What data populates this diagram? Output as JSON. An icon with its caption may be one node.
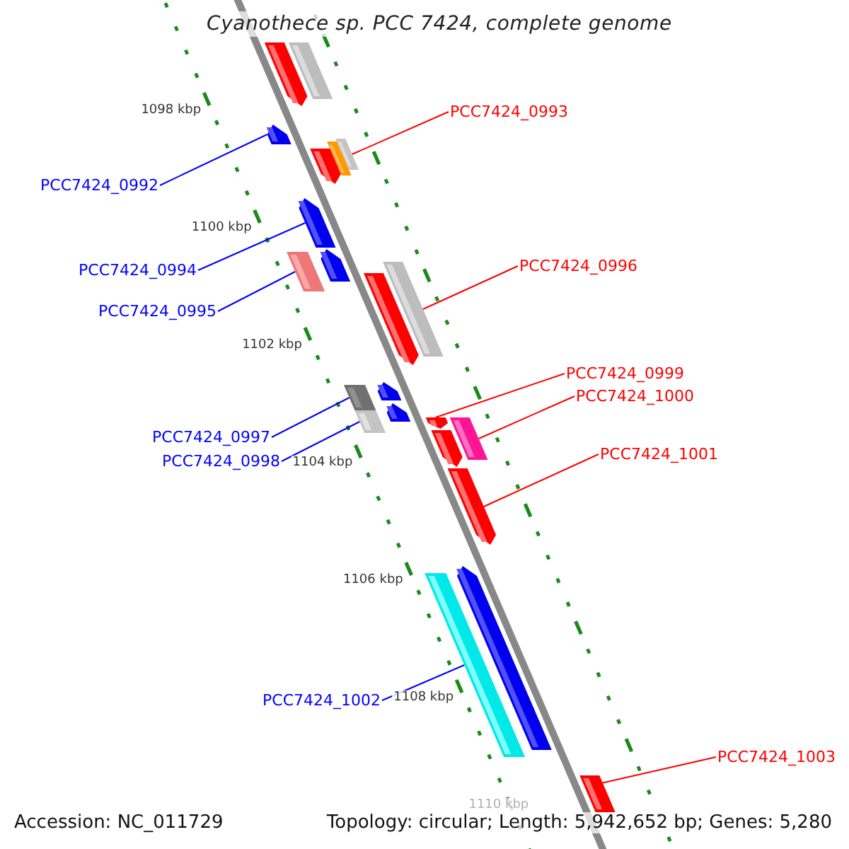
{
  "diagram": {
    "title": "Cyanothece sp. PCC 7424, complete genome",
    "nodes": [
      {
        "text": [
          "PCC7424_0993"
        ]
      },
      {
        "text": [
          "PCC7424_0992"
        ]
      },
      {
        "text": [
          "PCC7424_0996"
        ]
      },
      {
        "text": [
          "PCC7424_0994"
        ]
      },
      {
        "text": [
          "PCC7424_0995"
        ]
      },
      {
        "text": [
          "PCC7424_0999"
        ]
      },
      {
        "text": [
          "PCC7424_1000"
        ]
      },
      {
        "text": [
          "PCC7424_0997"
        ]
      },
      {
        "text": [
          "PCC7424_1001"
        ]
      },
      {
        "text": [
          "PCC7424_0998"
        ]
      },
      {
        "text": [
          "PCC7424_1002"
        ]
      },
      {
        "text": [
          "PCC7424_1003"
        ]
      },
      {
        "text": [],
        "shape": "arrow"
      },
      {
        "text": [],
        "shape": "bar"
      },
      {
        "text": [],
        "shape": "arrow"
      },
      {
        "text": [],
        "shape": "bar"
      },
      {
        "text": [],
        "shape": "bar"
      },
      {
        "text": [],
        "shape": "arrow"
      },
      {
        "text": [],
        "shape": "arrow"
      },
      {
        "text": [],
        "shape": "arrow"
      },
      {
        "text": [],
        "shape": "bar"
      },
      {
        "text": [],
        "shape": "bar"
      },
      {
        "text": [],
        "shape": "arrow"
      },
      {
        "text": [],
        "shape": "arrow"
      },
      {
        "text": [],
        "shape": "bar"
      },
      {
        "text": [],
        "shape": "arrow"
      },
      {
        "text": [],
        "shape": "bar"
      },
      {
        "text": [],
        "shape": "arrow"
      },
      {
        "text": [],
        "shape": "bar"
      },
      {
        "text": [],
        "shape": "arrow"
      },
      {
        "text": [],
        "shape": "arrow"
      },
      {
        "text": [],
        "shape": "arrow"
      },
      {
        "text": [],
        "shape": "bar"
      },
      {
        "text": [],
        "shape": "bar"
      }
    ],
    "edges": [
      {
        "from": 0,
        "to": 15,
        "arrow": "none",
        "color": "#ff0000"
      },
      {
        "from": 1,
        "to": 14,
        "arrow": "none",
        "color": "#0000ff"
      },
      {
        "from": 2,
        "to": 21,
        "arrow": "none",
        "color": "#ff0000"
      },
      {
        "from": 3,
        "to": 18,
        "arrow": "none",
        "color": "#0000ff"
      },
      {
        "from": 4,
        "to": 20,
        "arrow": "none",
        "color": "#0000ff"
      },
      {
        "from": 5,
        "to": 27,
        "arrow": "none",
        "color": "#ff0000"
      },
      {
        "from": 6,
        "to": 28,
        "arrow": "none",
        "color": "#ff0000"
      },
      {
        "from": 7,
        "to": 24,
        "arrow": "none",
        "color": "#0000ff"
      },
      {
        "from": 8,
        "to": 30,
        "arrow": "none",
        "color": "#ff0000"
      },
      {
        "from": 9,
        "to": 26,
        "arrow": "none",
        "color": "#0000ff"
      },
      {
        "from": 10,
        "to": 32,
        "arrow": "none",
        "color": "#0000ff"
      },
      {
        "from": 11,
        "to": 33,
        "arrow": "none",
        "color": "#ff0000"
      }
    ],
    "labels": [
      "1098 kbp",
      "1100 kbp",
      "1102 kbp",
      "1104 kbp",
      "1106 kbp",
      "1108 kbp",
      "1110 kbp",
      "Accession: NC_011729",
      "Topology: circular; Length: 5,942,652 bp; Genes: 5,280"
    ]
  }
}
